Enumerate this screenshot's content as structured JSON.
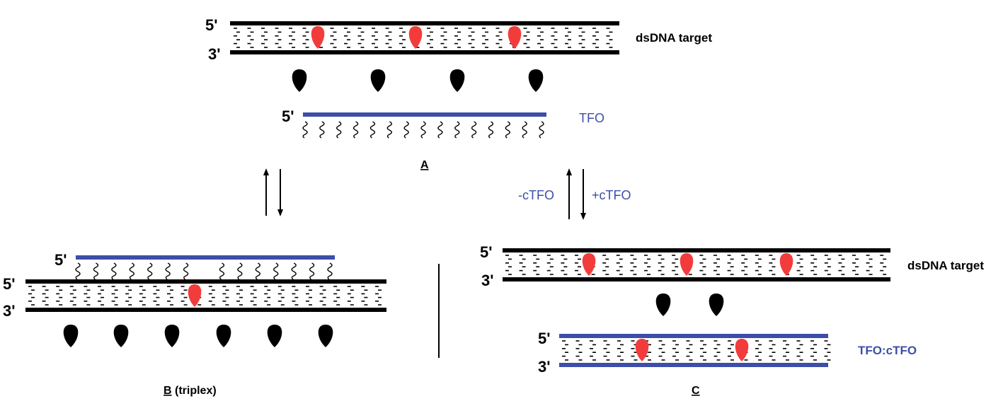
{
  "colors": {
    "dna_strand": "#000000",
    "tfo_strand": "#3d4ea8",
    "label_blue": "#3d4ea8",
    "lesion": "#f23c3c",
    "protein": "#000000"
  },
  "panel_a": {
    "top_5": "5'",
    "top_3": "3'",
    "target_label": "dsDNA target",
    "tfo_5": "5'",
    "tfo_label": "TFO",
    "caption": "A"
  },
  "equilibrium_right": {
    "minus_label": "-cTFO",
    "plus_label": "+cTFO"
  },
  "panel_b": {
    "tfo_5": "5'",
    "dna_5": "5'",
    "dna_3": "3'",
    "caption_letter": "B",
    "caption_rest": " (triplex)"
  },
  "panel_c": {
    "dna_5": "5'",
    "dna_3": "3'",
    "target_label": "dsDNA target",
    "duplex_5": "5'",
    "duplex_3": "3'",
    "duplex_label": "TFO:cTFO",
    "caption": "C"
  },
  "icons": [
    "lesion-icon",
    "protein-icon",
    "equilibrium-arrows-icon"
  ]
}
